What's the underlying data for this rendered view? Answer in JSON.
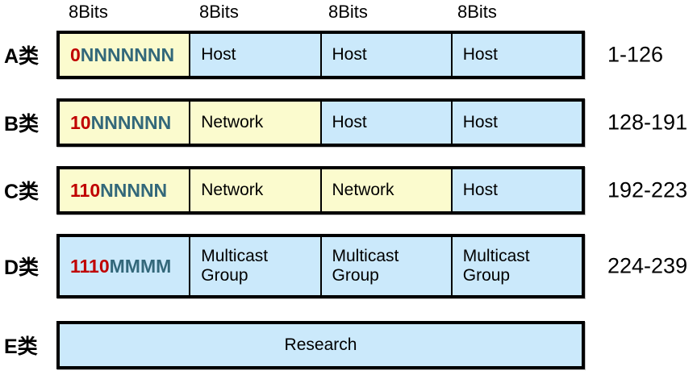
{
  "header": {
    "bit_labels": [
      "8Bits",
      "8Bits",
      "8Bits",
      "8Bits"
    ]
  },
  "rows": [
    {
      "label": "A类",
      "bits": {
        "prefix": "0",
        "rest": "NNNNNNN"
      },
      "cells": [
        "Host",
        "Host",
        "Host"
      ],
      "range": "1-126"
    },
    {
      "label": "B类",
      "bits": {
        "prefix": "10",
        "rest": "NNNNNN"
      },
      "cells": [
        "Network",
        "Host",
        "Host"
      ],
      "range": "128-191"
    },
    {
      "label": "C类",
      "bits": {
        "prefix": "110",
        "rest": "NNNNN"
      },
      "cells": [
        "Network",
        "Network",
        "Host"
      ],
      "range": "192-223"
    },
    {
      "label": "D类",
      "bits": {
        "prefix": "1110",
        "rest": "MMMM"
      },
      "cells": [
        "Multicast Group",
        "Multicast Group",
        "Multicast Group"
      ],
      "range": "224-239"
    },
    {
      "label": "E类",
      "cells": [
        "Research"
      ]
    }
  ],
  "colors": {
    "cell_yellow": "#FBFBCE",
    "cell_blue": "#CBE9FB",
    "bit_prefix_red": "#C00000",
    "bit_letters_teal": "#33687A",
    "border": "#000000"
  }
}
